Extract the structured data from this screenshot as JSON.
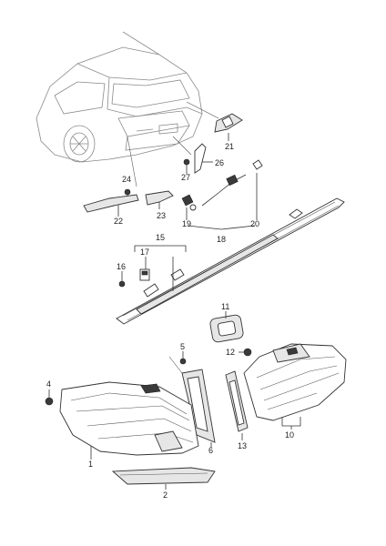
{
  "callouts": {
    "c1": "1",
    "c2": "2",
    "c4": "4",
    "c5": "5",
    "c6": "6",
    "c10": "10",
    "c11": "11",
    "c12": "12",
    "c13": "13",
    "c15": "15",
    "c16": "16",
    "c17": "17",
    "c18": "18",
    "c19": "19",
    "c20": "20",
    "c21": "21",
    "c22": "22",
    "c23": "23",
    "c24": "24",
    "c26": "26",
    "c27": "27"
  }
}
